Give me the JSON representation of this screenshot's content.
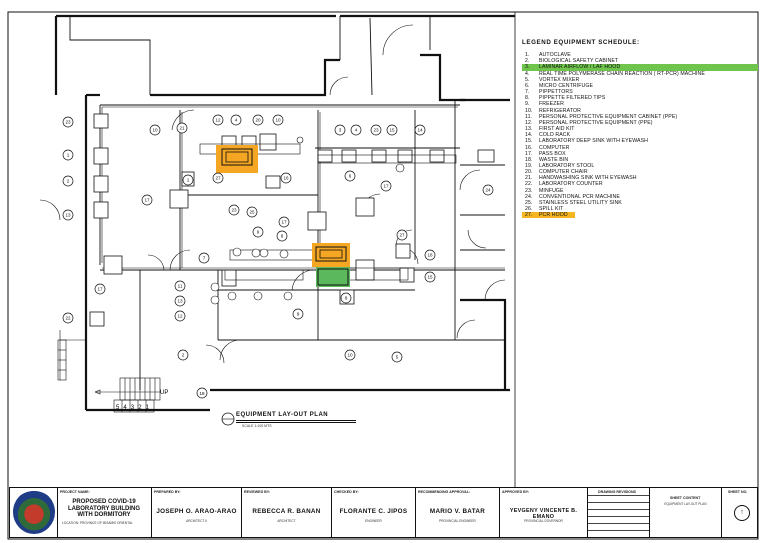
{
  "legend": {
    "title": "LEGEND EQUIPMENT SCHEDULE:",
    "items": [
      {
        "num": "1.",
        "label": "AUTOCLAVE"
      },
      {
        "num": "2.",
        "label": "BIOLOGICAL SAFETY CABINET"
      },
      {
        "num": "3.",
        "label": "LAMINAR AIRFLOW / LAF HOOD",
        "highlight": "green"
      },
      {
        "num": "4.",
        "label": "REAL TIME POLYMERASE CHAIN REACTION ( RT-PCR) MACHINE"
      },
      {
        "num": "5.",
        "label": "VORTEX MIXER"
      },
      {
        "num": "6.",
        "label": "MICRO CENTRIFUGE"
      },
      {
        "num": "7.",
        "label": "PIPPETTORS"
      },
      {
        "num": "8.",
        "label": "PIPPETTE FILTERED TIPS"
      },
      {
        "num": "9.",
        "label": "FREEZER"
      },
      {
        "num": "10.",
        "label": "REFRIGERATOR"
      },
      {
        "num": "11.",
        "label": "PERSONAL PROTECTIVE EQUIPMENT CABINET (PPE)"
      },
      {
        "num": "12.",
        "label": "PERSONAL PROTECTIVE EQUIPMENT (PPE)"
      },
      {
        "num": "13.",
        "label": "FIRST AID KIT"
      },
      {
        "num": "14.",
        "label": "COLD RACK"
      },
      {
        "num": "15.",
        "label": "LABORATORY DEEP SINK WITH EYEWASH"
      },
      {
        "num": "16.",
        "label": "COMPUTER"
      },
      {
        "num": "17.",
        "label": "PASS BOX"
      },
      {
        "num": "18.",
        "label": "WASTE BIN"
      },
      {
        "num": "19.",
        "label": "LABORATORY STOOL"
      },
      {
        "num": "20.",
        "label": "COMPUTER CHAIR"
      },
      {
        "num": "21.",
        "label": "HANDWASHING SINK WITH EYEWASH"
      },
      {
        "num": "22.",
        "label": "LABORATORY COUNTER"
      },
      {
        "num": "23.",
        "label": "MINFUGE"
      },
      {
        "num": "24.",
        "label": "CONVENTIONAL PCR MACHINE"
      },
      {
        "num": "25.",
        "label": "STAINLESS STEEL UTILITY SINK"
      },
      {
        "num": "26.",
        "label": "SPILL KIT"
      },
      {
        "num": "27.",
        "label": "PCR HOOD",
        "highlight": "orange"
      }
    ]
  },
  "plan": {
    "title": "EQUIPMENT LAY-OUT PLAN",
    "scale": "SCALE                1:100 MTS",
    "stair_label": "UP",
    "stair_numbers": "5 4 3 2 1",
    "tags": [
      "23",
      "1",
      "2",
      "13",
      "10",
      "27",
      "12",
      "20",
      "22",
      "15",
      "18",
      "16",
      "24",
      "21",
      "6",
      "8",
      "9",
      "25",
      "14",
      "17",
      "4",
      "7",
      "11",
      "3",
      "19",
      "5",
      "26"
    ],
    "highlight_colors": {
      "pcr_hood": "#f5a623",
      "laf_hood": "#5cb85c"
    }
  },
  "titleblock": {
    "project_head": "PROJECT NAME:",
    "project_name": "PROPOSED COVID-19 LABORATORY BUILDING WITH DORMITORY",
    "location": "LOCATION: PROVINCE OF MISAMIS ORIENTAL",
    "prepared_head": "PREPARED BY:",
    "prepared_name": "JOSEPH O. ARAO-ARAO",
    "prepared_role": "ARCHITECT II",
    "reviewed_head": "REVIEWED BY:",
    "reviewed_name": "REBECCA R. BANAN",
    "reviewed_role": "ARCHITECT",
    "checked_head": "CHECKED BY:",
    "checked_name": "FLORANTE C. JIPOS",
    "checked_role": "ENGINEER",
    "recommending_head": "RECOMMENDING APPROVAL:",
    "recommending_name": "MARIO V. BATAR",
    "recommending_role": "PROVINCIAL ENGINEER",
    "approved_head": "APPROVED BY:",
    "approved_name": "YEVGENY VINCENTE B. EMANO",
    "approved_role": "PROVINCIAL GOVERNOR",
    "drawing_head": "DRAWING REVISIONS",
    "sheet_content_head": "SHEET CONTENT",
    "sheet_content": "EQUIPMENT LAY-OUT PLAN",
    "sheet_no_head": "SHEET NO."
  }
}
